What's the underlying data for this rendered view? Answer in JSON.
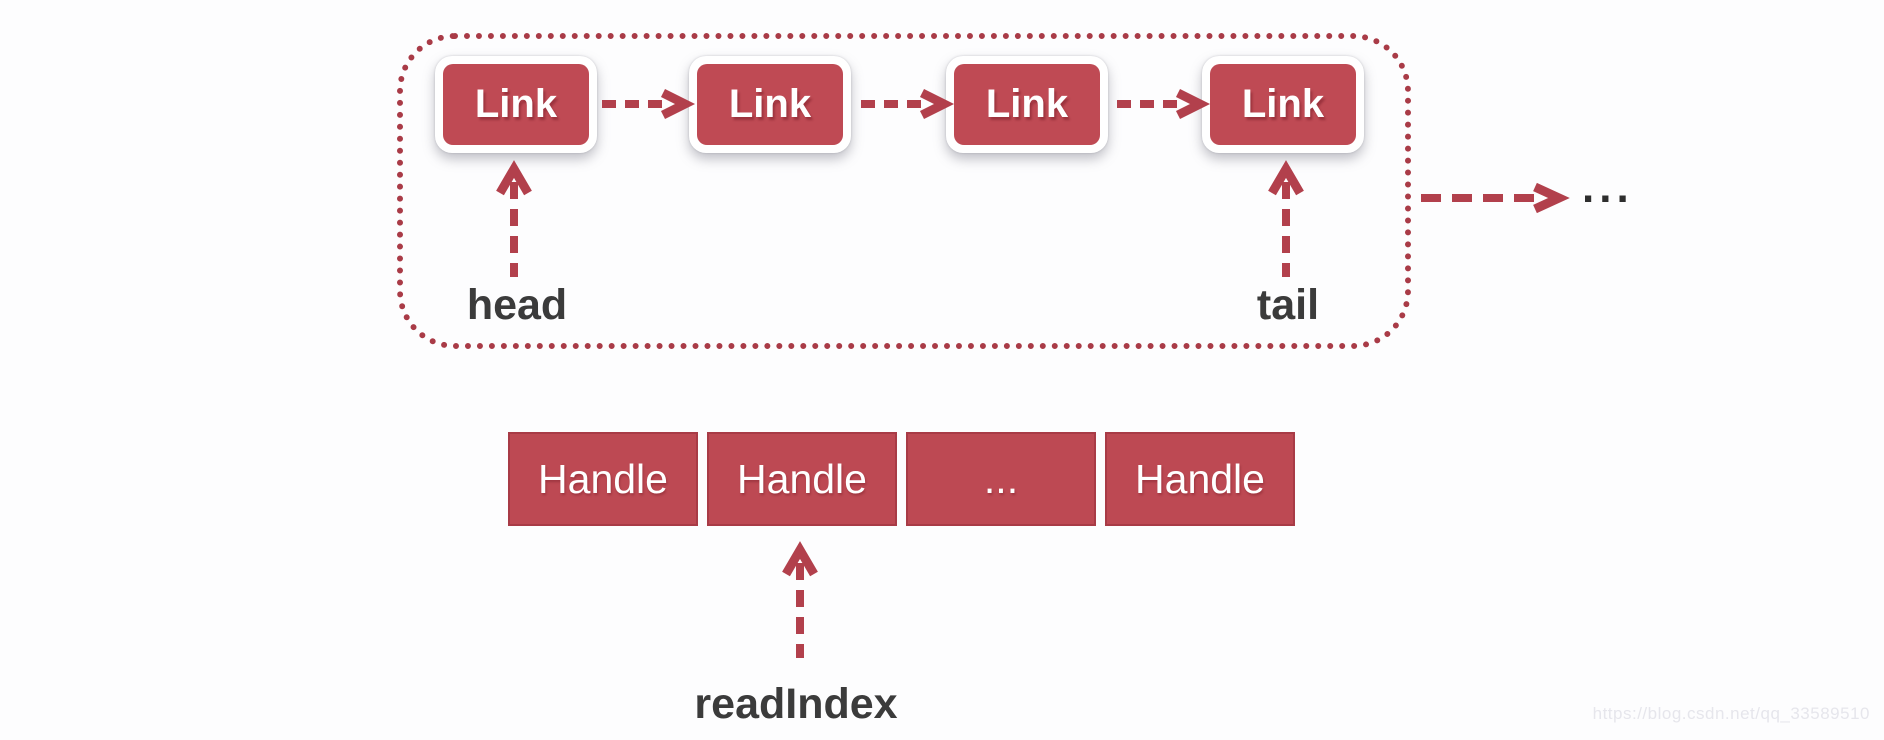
{
  "diagram": {
    "linked_list": {
      "nodes": [
        {
          "label": "Link"
        },
        {
          "label": "Link"
        },
        {
          "label": "Link"
        },
        {
          "label": "Link"
        }
      ],
      "head_label": "head",
      "tail_label": "tail",
      "continuation_ellipsis": "..."
    },
    "handle_array": {
      "cells": [
        "Handle",
        "Handle",
        "...",
        "Handle"
      ],
      "read_index_label": "readIndex"
    },
    "watermark": "https://blog.csdn.net/qq_33589510",
    "colors": {
      "node_red": "#bf4a54",
      "cell_red": "#bd4953",
      "arrow_red": "#b2404c",
      "frame_red": "#a93b47",
      "label_dark": "#3b3b3b"
    }
  }
}
